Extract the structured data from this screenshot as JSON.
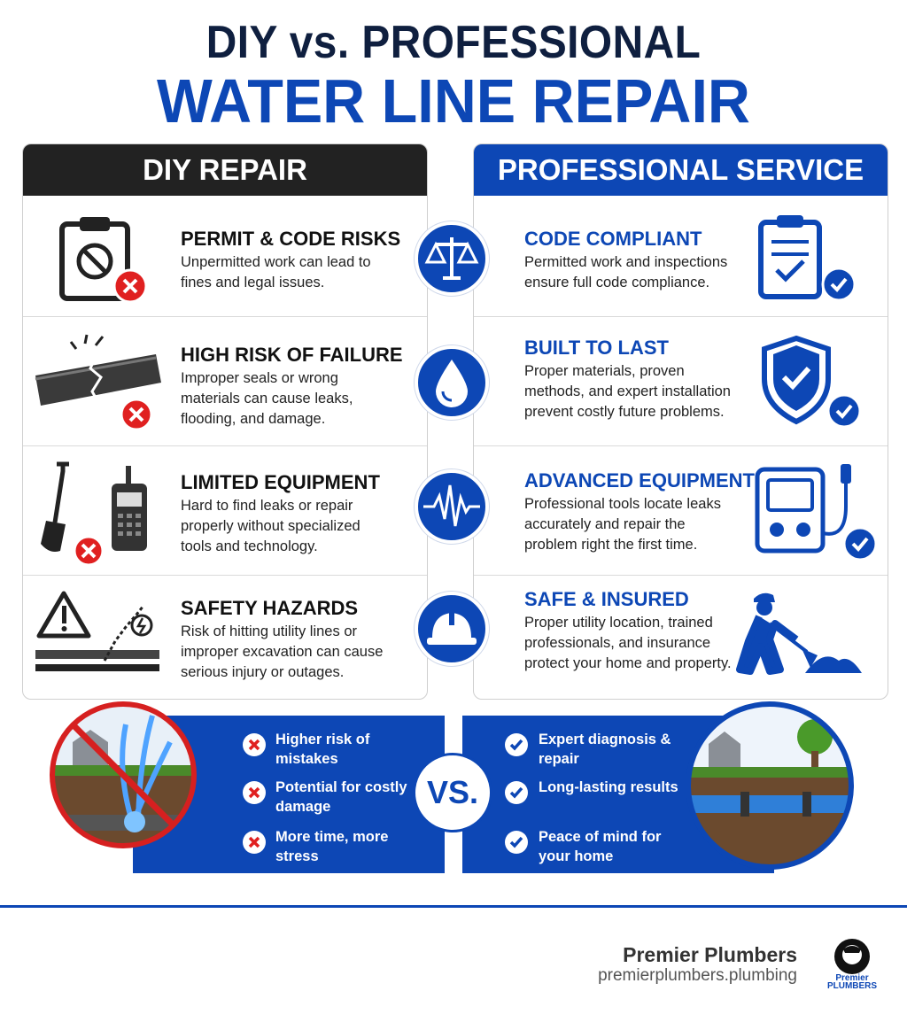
{
  "header": {
    "title_line1": "DIY vs. PROFESSIONAL",
    "title_line2": "WATER LINE REPAIR"
  },
  "diy": {
    "heading": "DIY REPAIR",
    "items": [
      {
        "title": "PERMIT & CODE RISKS",
        "desc": "Unpermitted work can lead to fines and legal issues.",
        "icon": "clipboard-prohibited-icon"
      },
      {
        "title": "HIGH RISK OF FAILURE",
        "desc": "Improper seals or wrong materials can cause leaks, flooding, and damage.",
        "icon": "cracked-pipe-icon"
      },
      {
        "title": "LIMITED EQUIPMENT",
        "desc": "Hard to find leaks or repair properly without specialized tools and technology.",
        "icon": "shovel-radio-icon"
      },
      {
        "title": "SAFETY HAZARDS",
        "desc": "Risk of hitting utility lines or improper excavation can cause serious injury or outages.",
        "icon": "warning-utility-line-icon"
      }
    ]
  },
  "pro": {
    "heading": "PROFESSIONAL SERVICE",
    "items": [
      {
        "title": "CODE COMPLIANT",
        "desc": "Permitted work and inspections ensure full code compliance.",
        "icon": "clipboard-check-icon"
      },
      {
        "title": "BUILT TO LAST",
        "desc": "Proper materials, proven methods, and expert installation prevent costly future problems.",
        "icon": "shield-check-icon"
      },
      {
        "title": "ADVANCED EQUIPMENT",
        "desc": "Professional tools locate leaks accurately and repair the problem right the first time.",
        "icon": "leak-detector-icon"
      },
      {
        "title": "SAFE & INSURED",
        "desc": "Proper utility location, trained professionals, and insurance protect your home and property.",
        "icon": "worker-digging-icon"
      }
    ]
  },
  "center_icons": [
    "scales-icon",
    "water-drop-icon",
    "waveform-icon",
    "hard-hat-icon"
  ],
  "bottom": {
    "vs_label": "VS.",
    "diy_points": [
      "Higher risk of mistakes",
      "Potential for costly damage",
      "More time, more stress"
    ],
    "pro_points": [
      "Expert diagnosis & repair",
      "Long-lasting results",
      "Peace of mind for your home"
    ]
  },
  "footer": {
    "brand": "Premier Plumbers",
    "url": "premierplumbers.plumbing",
    "logo_text": "Premier PLUMBERS"
  },
  "colors": {
    "primary_blue": "#0d47b5",
    "dark_header": "#222222",
    "danger_red": "#e02020",
    "title_navy": "#0f1f3f"
  }
}
